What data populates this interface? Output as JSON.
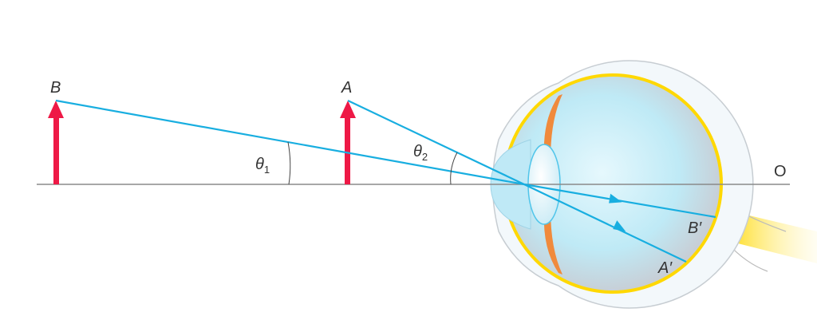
{
  "labels": {
    "object_b": "B",
    "object_a": "A",
    "angle_1": "θ",
    "angle_1_sub": "1",
    "angle_2": "θ",
    "angle_2_sub": "2",
    "axis_end": "O",
    "image_b": "B′",
    "image_a": "A′"
  },
  "colors": {
    "ray": "#18aee0",
    "object_arrow": "#ee1946",
    "retina": "#ffd800",
    "axis": "#8a8a8a"
  }
}
